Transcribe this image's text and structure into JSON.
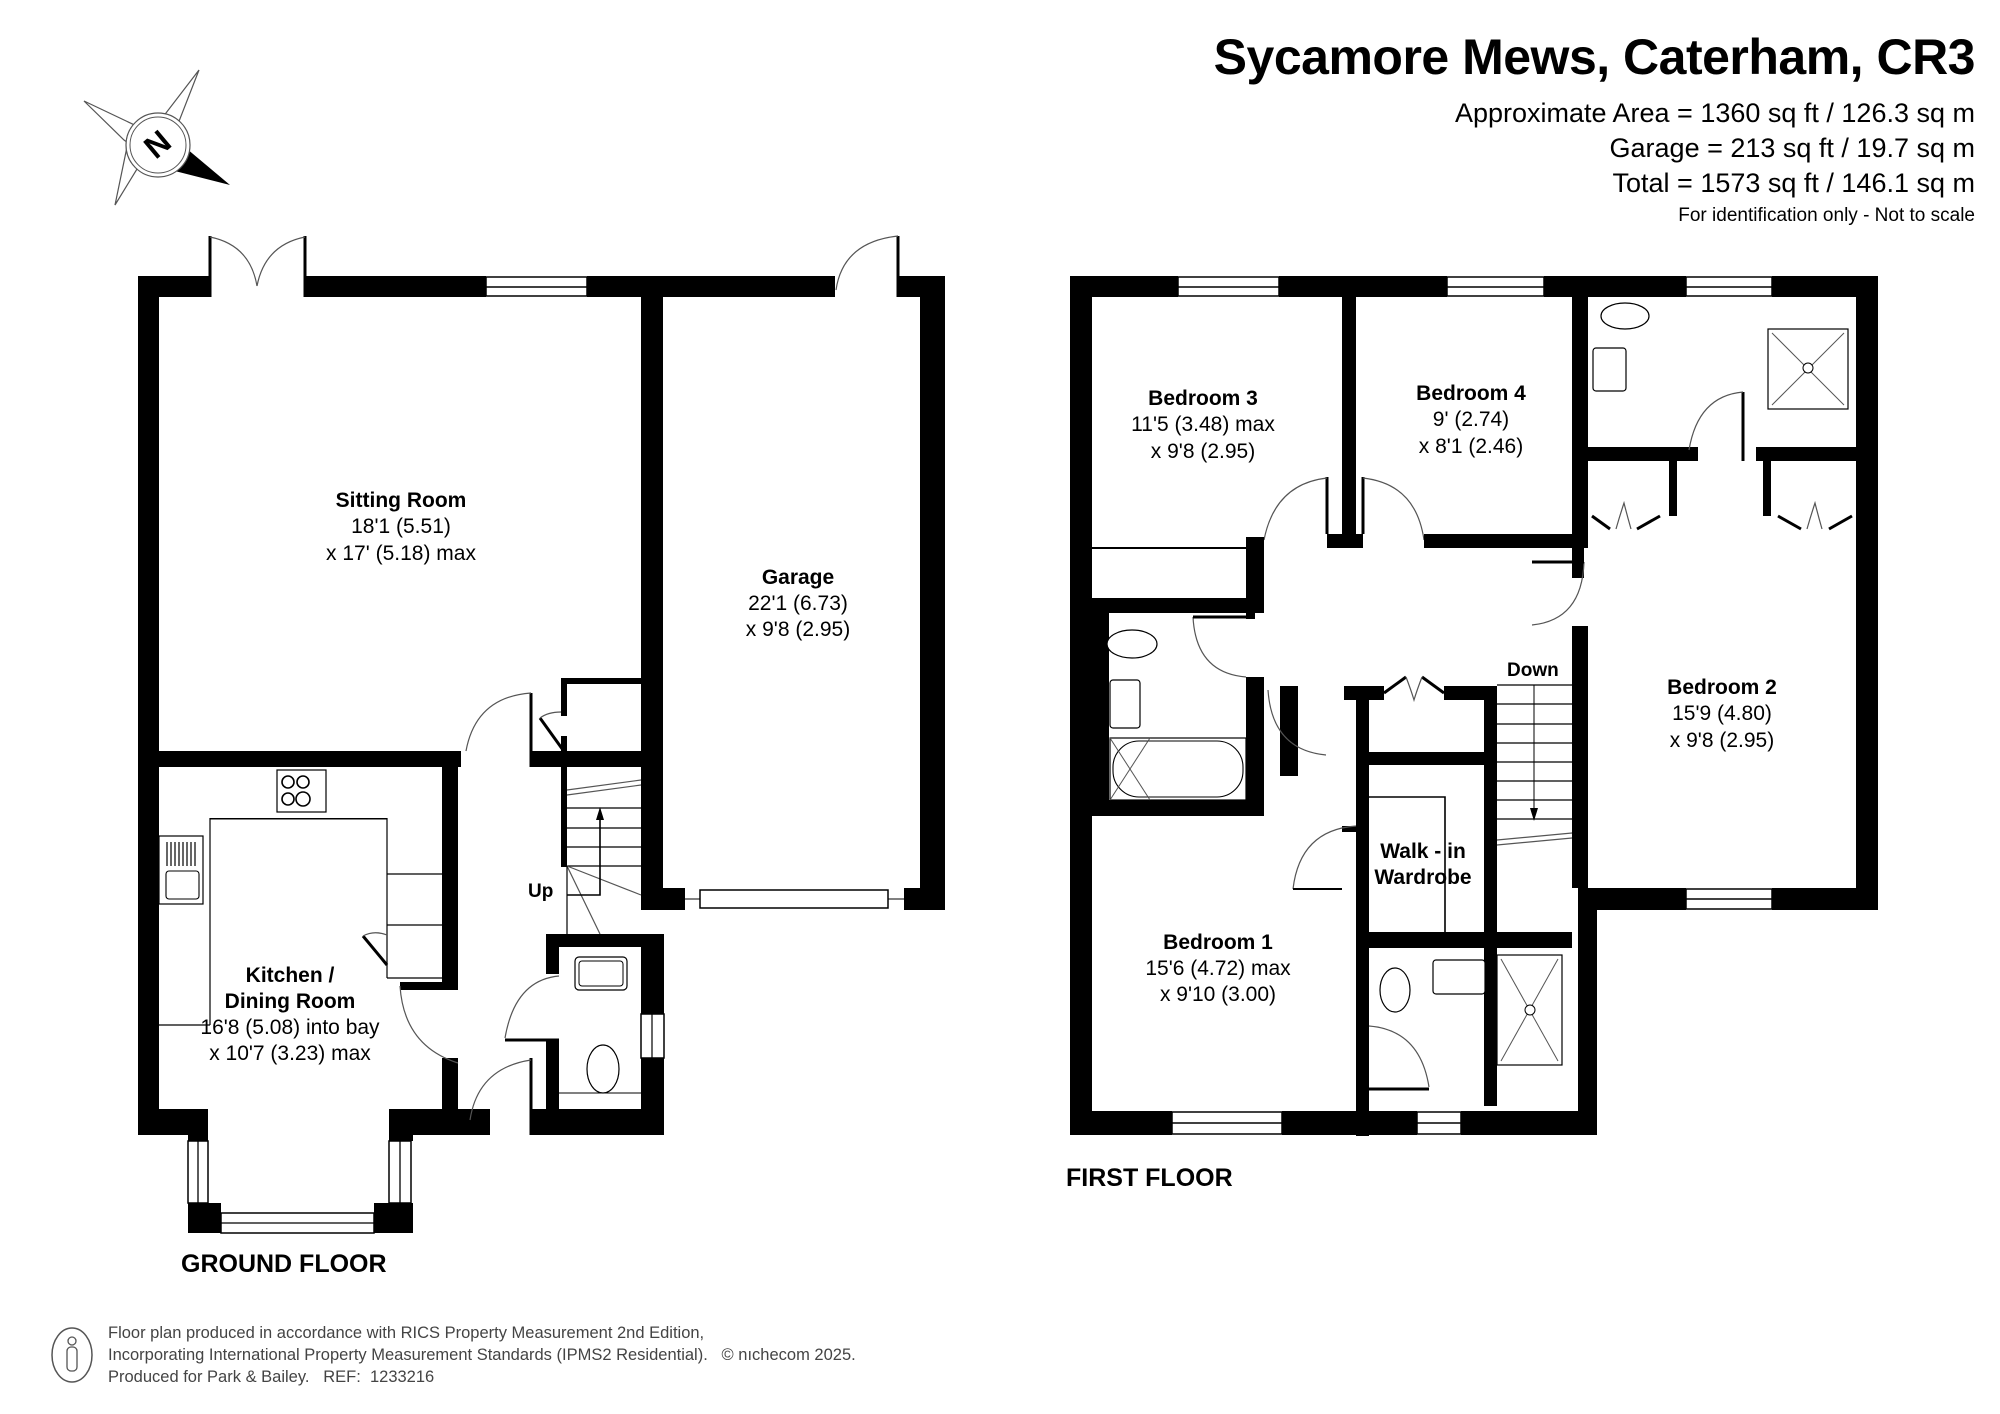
{
  "header": {
    "title": "Sycamore Mews, Caterham, CR3",
    "areas": [
      "Approximate Area = 1360 sq ft / 126.3 sq m",
      "Garage = 213 sq ft / 19.7 sq m",
      "Total = 1573 sq ft / 146.1 sq m"
    ],
    "disclaimer": "For identification only - Not to scale"
  },
  "compass": {
    "icon": "compass-north-icon",
    "letter": "N"
  },
  "ground_floor": {
    "label": "GROUND FLOOR",
    "stairs_label": "Up",
    "rooms": [
      {
        "name": "Sitting Room",
        "dim1": "18'1 (5.51)",
        "dim2": "x 17' (5.18) max"
      },
      {
        "name": "Garage",
        "dim1": "22'1 (6.73)",
        "dim2": "x 9'8 (2.95)"
      },
      {
        "name": "Kitchen /",
        "name2": "Dining Room",
        "dim1": "16'8 (5.08) into bay",
        "dim2": "x 10'7 (3.23) max"
      }
    ]
  },
  "first_floor": {
    "label": "FIRST FLOOR",
    "stairs_label": "Down",
    "rooms": [
      {
        "name": "Bedroom 3",
        "dim1": "11'5 (3.48) max",
        "dim2": "x 9'8 (2.95)"
      },
      {
        "name": "Bedroom 4",
        "dim1": "9' (2.74)",
        "dim2": "x 8'1 (2.46)"
      },
      {
        "name": "Bedroom 2",
        "dim1": "15'9 (4.80)",
        "dim2": "x 9'8 (2.95)"
      },
      {
        "name": "Bedroom 1",
        "dim1": "15'6 (4.72) max",
        "dim2": "x 9'10 (3.00)"
      },
      {
        "name": "Walk - in",
        "name2": "Wardrobe"
      }
    ]
  },
  "footer": {
    "icon": "person-outline-icon",
    "lines": [
      "Floor plan produced in accordance with RICS Property Measurement 2nd Edition,",
      "Incorporating International Property Measurement Standards (IPMS2 Residential).   © nıchecom 2025.",
      "Produced for Park & Bailey.   REF:  1233216"
    ]
  },
  "colors": {
    "wall": "#000000",
    "background": "#ffffff",
    "footer_text": "#444444"
  }
}
